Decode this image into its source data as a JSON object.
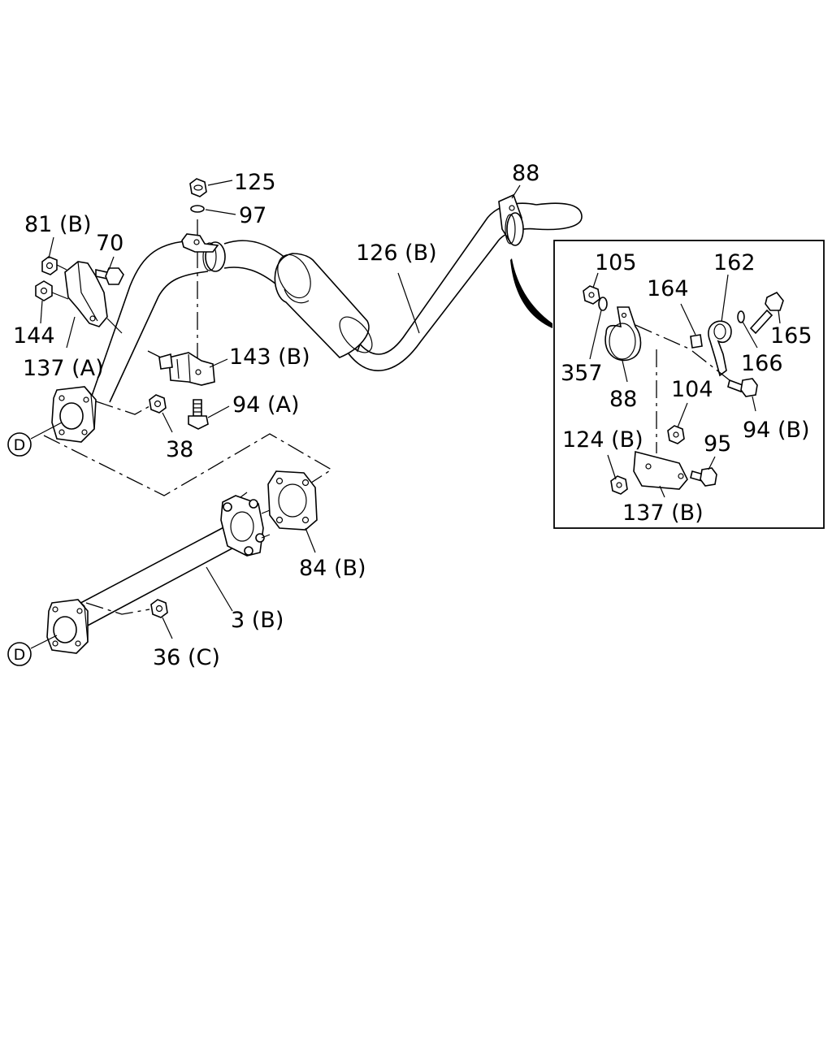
{
  "diagram": {
    "ref_marker": "D",
    "labels": {
      "p125": "125",
      "p97": "97",
      "p88_top": "88",
      "p126b": "126 (B)",
      "p81b": "81 (B)",
      "p70": "70",
      "p144": "144",
      "p137a": "137 (A)",
      "p143b": "143 (B)",
      "p94a": "94 (A)",
      "p38": "38",
      "p84b": "84 (B)",
      "p3b": "3 (B)",
      "p36c": "36 (C)",
      "p105": "105",
      "p162": "162",
      "p164": "164",
      "p165": "165",
      "p166": "166",
      "p357": "357",
      "p88_inset": "88",
      "p104": "104",
      "p94b": "94 (B)",
      "p124b": "124 (B)",
      "p95": "95",
      "p137b": "137 (B)"
    }
  }
}
